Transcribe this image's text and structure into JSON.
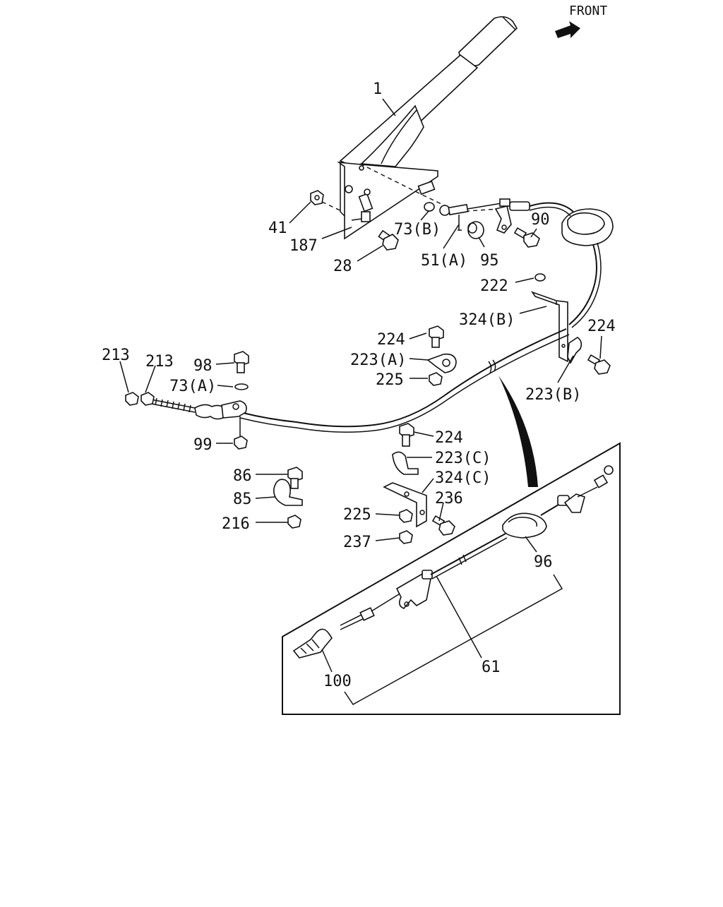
{
  "diagram": {
    "orientation": "FRONT",
    "labels": {
      "p1": "1",
      "p41": "41",
      "p187": "187",
      "p28": "28",
      "p73b": "73(B)",
      "p51a": "51(A)",
      "p95": "95",
      "p90": "90",
      "p222": "222",
      "p324b": "324(B)",
      "p224_right": "224",
      "p223b": "223(B)",
      "p224_top": "224",
      "p223a": "223(A)",
      "p225_top": "225",
      "p213_left": "213",
      "p213_right": "213",
      "p98": "98",
      "p73a": "73(A)",
      "p99": "99",
      "p224_mid": "224",
      "p223c": "223(C)",
      "p324c": "324(C)",
      "p86": "86",
      "p85": "85",
      "p236": "236",
      "p225_mid": "225",
      "p216": "216",
      "p237": "237",
      "p96": "96",
      "p61": "61",
      "p100": "100"
    }
  }
}
